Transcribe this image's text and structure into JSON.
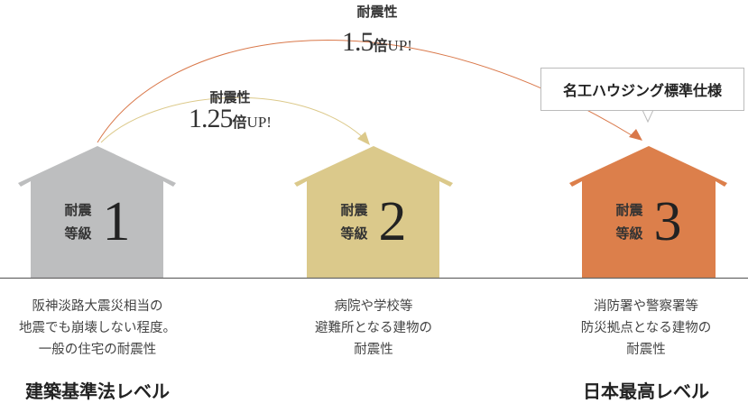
{
  "arcs": {
    "upper": {
      "label": "耐震性",
      "value": "1.5",
      "unit": "倍",
      "suffix": "UP!",
      "color": "#d9784a"
    },
    "lower": {
      "label": "耐震性",
      "value": "1.25",
      "unit": "倍",
      "suffix": "UP!",
      "color": "#dcc98a"
    }
  },
  "callout": "名工ハウジング標準仕様",
  "houses": [
    {
      "grade_label_1": "耐震",
      "grade_label_2": "等級",
      "grade": "1",
      "color": "#bdbebf",
      "desc": [
        "阪神淡路大震災相当の",
        "地震でも崩壊しない程度。",
        "一般の住宅の耐震性"
      ],
      "level": "建築基準法レベル"
    },
    {
      "grade_label_1": "耐震",
      "grade_label_2": "等級",
      "grade": "2",
      "color": "#dbc98b",
      "desc": [
        "病院や学校等",
        "避難所となる建物の",
        "耐震性"
      ],
      "level": ""
    },
    {
      "grade_label_1": "耐震",
      "grade_label_2": "等級",
      "grade": "3",
      "color": "#dc7f4b",
      "desc": [
        "消防署や警察署等",
        "防災拠点となる建物の",
        "耐震性"
      ],
      "level": "日本最高レベル"
    }
  ]
}
